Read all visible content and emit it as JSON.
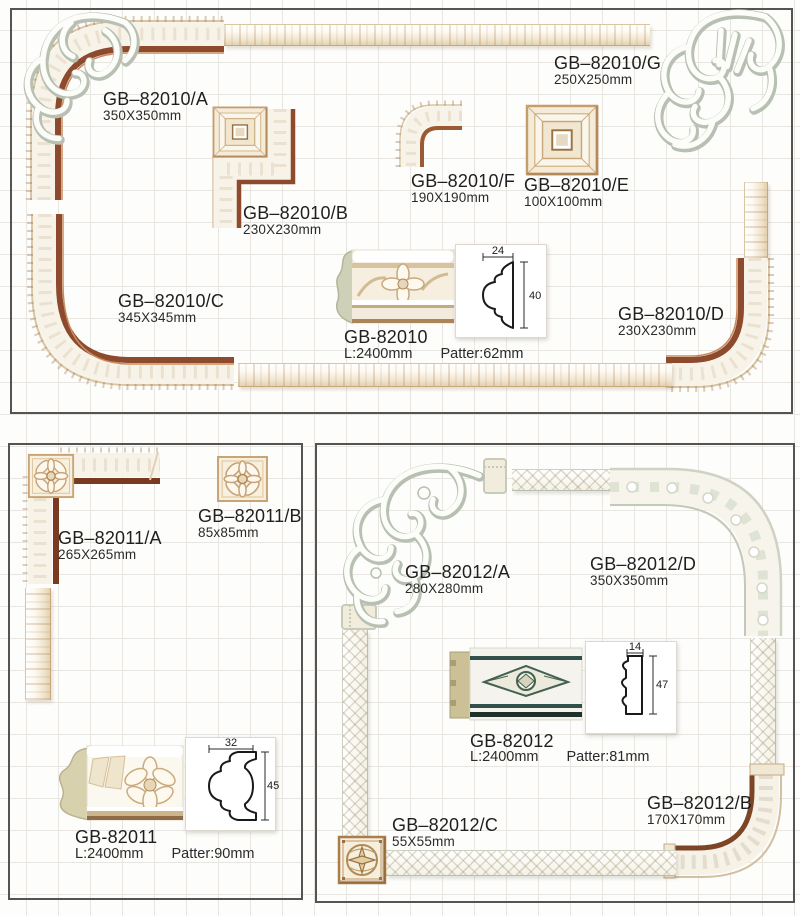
{
  "palette": {
    "accent_terracotta": "#8d4a2d",
    "molding_cream": "#f8f3e9",
    "ornament_shadow": "#b7c0b2",
    "teal_accent": "#31504a",
    "grid_line": "#e9e6e1",
    "panel_border": "#545454",
    "text": "#202020"
  },
  "top_panel": {
    "corner_a": {
      "code": "GB–82010/A",
      "size": "350X350mm"
    },
    "corner_b": {
      "code": "GB–82010/B",
      "size": "230X230mm"
    },
    "corner_c": {
      "code": "GB–82010/C",
      "size": "345X345mm"
    },
    "corner_d": {
      "code": "GB–82010/D",
      "size": "230X230mm"
    },
    "insert_e": {
      "code": "GB–82010/E",
      "size": "100X100mm"
    },
    "corner_f": {
      "code": "GB–82010/F",
      "size": "190X190mm"
    },
    "corner_g": {
      "code": "GB–82010/G",
      "size": "250X250mm"
    },
    "molding": {
      "code": "GB-82010",
      "length": "L:2400mm",
      "pattern": "Patter:62mm",
      "profile_width_mm": "24",
      "profile_height_mm": "40"
    }
  },
  "panel_82011": {
    "corner_a": {
      "code": "GB–82011/A",
      "size": "265X265mm"
    },
    "insert_b": {
      "code": "GB–82011/B",
      "size": "85x85mm"
    },
    "molding": {
      "code": "GB-82011",
      "length": "L:2400mm",
      "pattern": "Patter:90mm",
      "profile_width_mm": "32",
      "profile_height_mm": "45"
    }
  },
  "panel_82012": {
    "corner_a": {
      "code": "GB–82012/A",
      "size": "280X280mm"
    },
    "corner_b": {
      "code": "GB–82012/B",
      "size": "170X170mm"
    },
    "insert_c": {
      "code": "GB–82012/C",
      "size": "55X55mm"
    },
    "corner_d": {
      "code": "GB–82012/D",
      "size": "350X350mm"
    },
    "molding": {
      "code": "GB-82012",
      "length": "L:2400mm",
      "pattern": "Patter:81mm",
      "profile_width_mm": "14",
      "profile_height_mm": "47"
    }
  }
}
